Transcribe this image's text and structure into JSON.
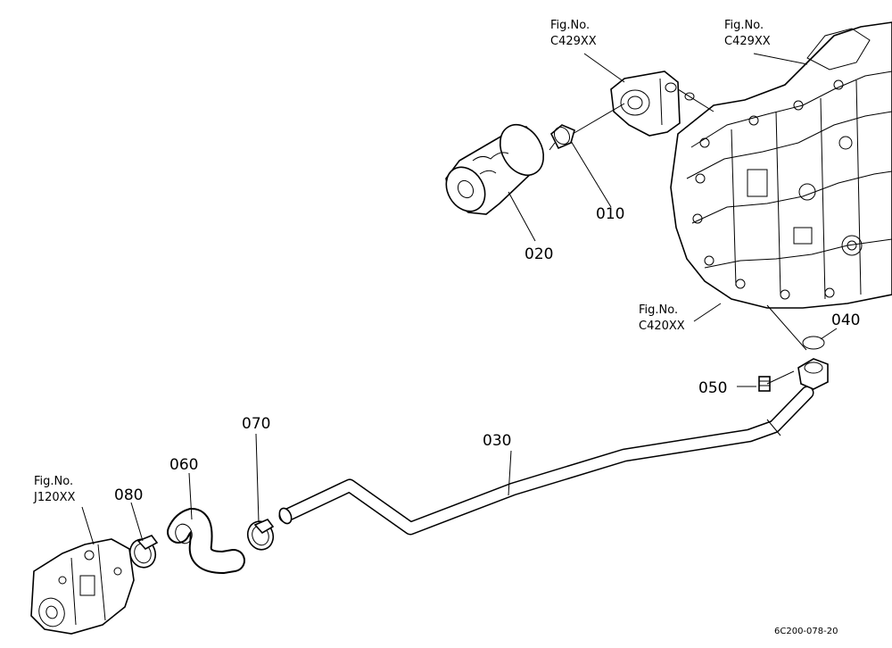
{
  "figure_refs": {
    "ref_top_left": {
      "prefix": "Fig.No.",
      "code": "C429XX"
    },
    "ref_top_right": {
      "prefix": "Fig.No.",
      "code": "C429XX"
    },
    "ref_housing": {
      "prefix": "Fig.No.",
      "code": "C420XX"
    },
    "ref_pump": {
      "prefix": "Fig.No.",
      "code": "J120XX"
    }
  },
  "part_labels": {
    "p010": "010",
    "p020": "020",
    "p030": "030",
    "p040": "040",
    "p050": "050",
    "p060": "060",
    "p070": "070",
    "p080": "080"
  },
  "diagram_code": "6C200-078-20"
}
